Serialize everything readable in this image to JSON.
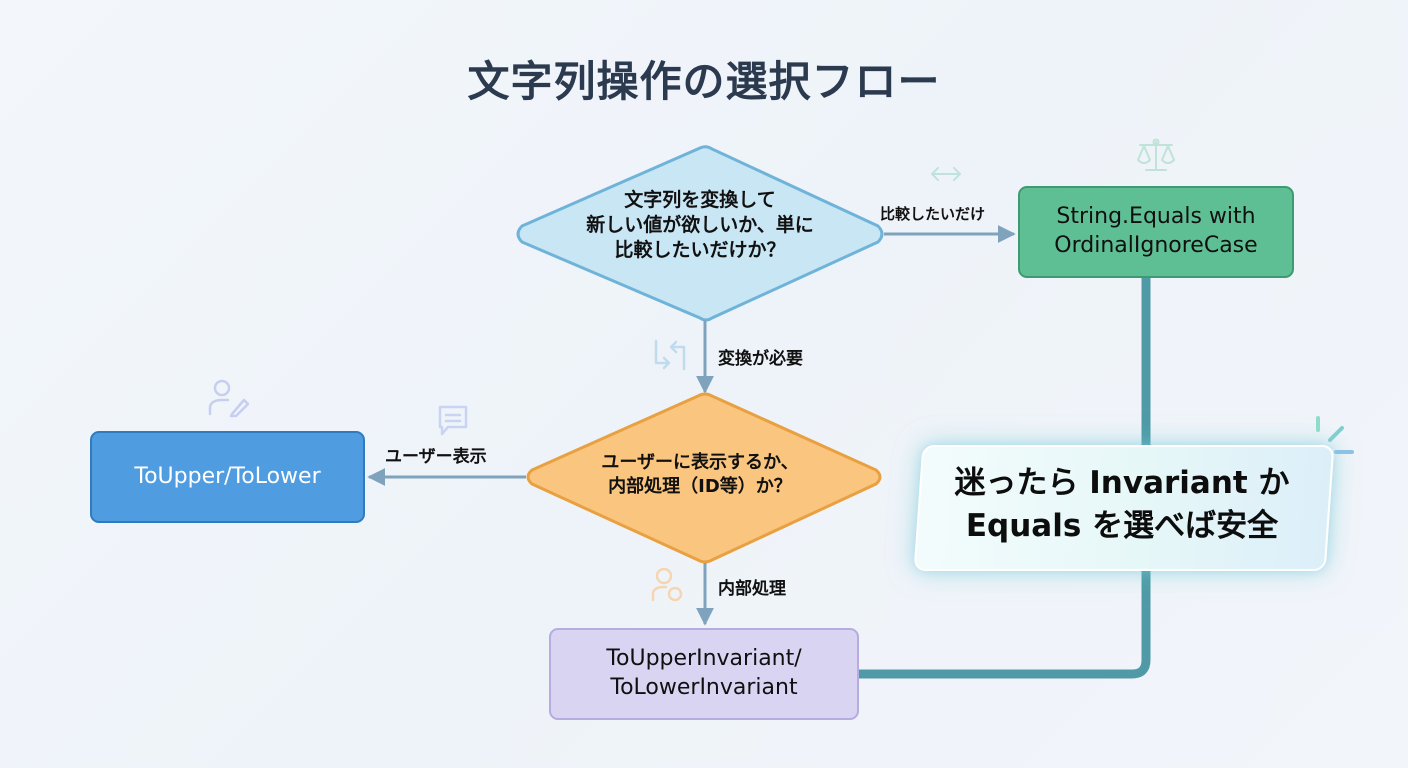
{
  "title": "文字列操作の選択フロー",
  "nodes": {
    "decision_transform": {
      "lines": [
        "文字列を変換して",
        "新しい値が欲しいか、単に",
        "比較したいだけか？"
      ],
      "fill": "#c9e6f5",
      "stroke": "#6fb3d8"
    },
    "decision_display": {
      "lines": [
        "ユーザーに表示するか、",
        "内部処理（ID等）か？"
      ],
      "fill": "#f9c57f",
      "stroke": "#e8a040"
    },
    "equals": {
      "lines": [
        "String.Equals with",
        "OrdinalIgnoreCase"
      ],
      "fill": "#5fbf94"
    },
    "toupper": {
      "lines": [
        "ToUpper/ToLower"
      ],
      "fill": "#4f9de0"
    },
    "invariant": {
      "lines": [
        "ToUpperInvariant/",
        "ToLowerInvariant"
      ],
      "fill": "#dad4f3"
    }
  },
  "edges": {
    "compare_only": "比較したいだけ",
    "needs_conversion": "変換が必要",
    "user_display": "ユーザー表示",
    "internal_processing": "内部処理"
  },
  "callout": {
    "lines": [
      "迷ったら Invariant か",
      "Equals を選べば安全"
    ]
  },
  "icons": {
    "compare": "left-right-arrow-icon",
    "equals": "balance-scale-icon",
    "convert": "swap-arrows-icon",
    "user_display": "user-edit-icon",
    "message": "chat-bubble-icon",
    "internal": "user-gear-icon",
    "sparkle": "sparkle-icon"
  },
  "colors": {
    "arrow": "#7fa3bd",
    "merge_line": "#4f9aa6",
    "title": "#2b3a4e"
  }
}
